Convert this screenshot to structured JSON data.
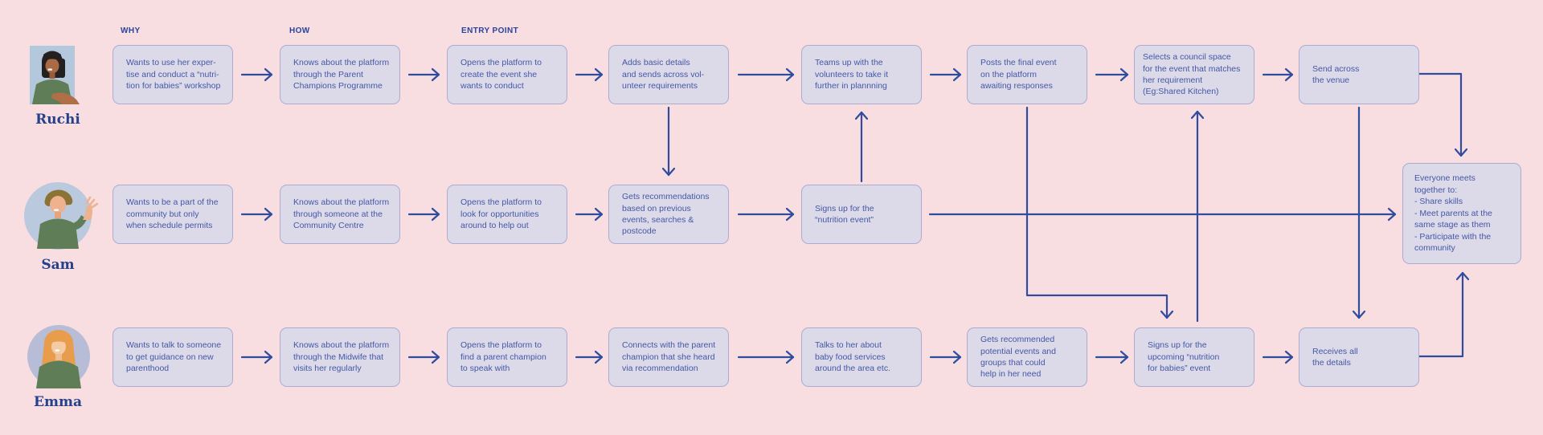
{
  "headers": [
    "WHY",
    "HOW",
    "ENTRY POINT"
  ],
  "personas": [
    {
      "name": "Ruchi",
      "steps": [
        "Wants to use her exper-\ntise and conduct a “nutri-\ntion for babies” workshop",
        "Knows about the platform\nthrough the Parent\nChampions Programme",
        "Opens the platform to\ncreate the event she\nwants to conduct",
        "Adds basic details\nand sends across vol-\nunteer requirements",
        "Teams up with the\nvolunteers to take it\nfurther in plannning",
        "Posts the final event\non the platform\nawaiting responses",
        "Selects a council space\nfor the event that matches\nher requirement\n(Eg:Shared Kitchen)",
        "Send across\nthe venue"
      ]
    },
    {
      "name": "Sam",
      "steps": [
        "Wants to be a part of the\ncommunity but only\nwhen schedule permits",
        "Knows about the platform\nthrough someone at the\nCommunity Centre",
        "Opens the platform to\nlook for opportunities\naround to help out",
        "Gets recommendations\nbased on previous\nevents, searches &\npostcode",
        "Signs up for the\n“nutrition event”"
      ]
    },
    {
      "name": "Emma",
      "steps": [
        "Wants to talk to someone\nto get guidance on new\nparenthood",
        "Knows about the platform\nthrough the Midwife that\nvisits her regularly",
        "Opens the platform to\nfind a parent champion\nto speak with",
        "Connects with the parent\nchampion that she heard\nvia recommendation",
        "Talks to her about\nbaby food services\naround the area etc.",
        "Gets recommended\npotential events and\ngroups that could\nhelp in her need",
        "Signs up for the\nupcoming “nutrition\nfor babies” event",
        "Receives all\nthe details"
      ]
    }
  ],
  "final_box": "Everyone meets\ntogether to:\n- Share skills\n- Meet parents at the\nsame stage as them\n- Participate with the\ncommunity",
  "colors": {
    "background": "#f8dee1",
    "box_fill": "#dcd9e8",
    "box_border": "#aeabd0",
    "line": "#2f4c9f",
    "box_text": "#4458a6",
    "header_text": "#27439b",
    "name_text": "#24418c"
  }
}
